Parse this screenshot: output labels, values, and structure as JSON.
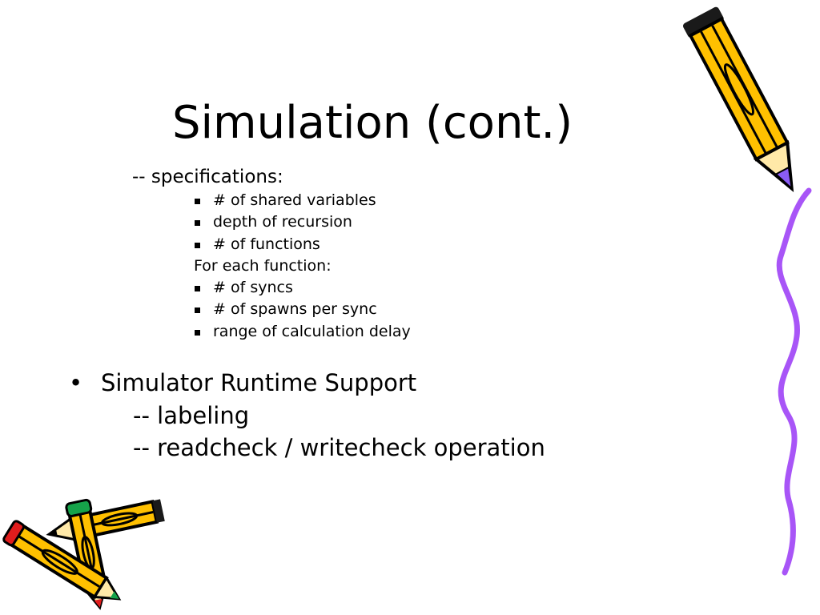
{
  "slide": {
    "title": "Simulation (cont.)",
    "spec_header": "-- specifications:",
    "spec_items": [
      "# of shared variables",
      "depth of recursion",
      "# of functions",
      "For each function:",
      "# of syncs",
      "# of spawns per sync",
      "range of calculation delay"
    ],
    "main_bullet": "Simulator Runtime Support",
    "main_sub": [
      "-- labeling",
      "-- readcheck / writecheck operation"
    ]
  },
  "decorations": {
    "pencil_top_right": "pencil-icon",
    "squiggle_right": "squiggle-line",
    "crossed_pencils": "crossed-pencils-icon",
    "colors": {
      "pencil_body": "#FFC000",
      "pencil_tip_purple": "#8B5CF6",
      "squiggle": "#A855F7",
      "pencil_red": "#E11D1D",
      "pencil_green": "#16A34A"
    }
  }
}
